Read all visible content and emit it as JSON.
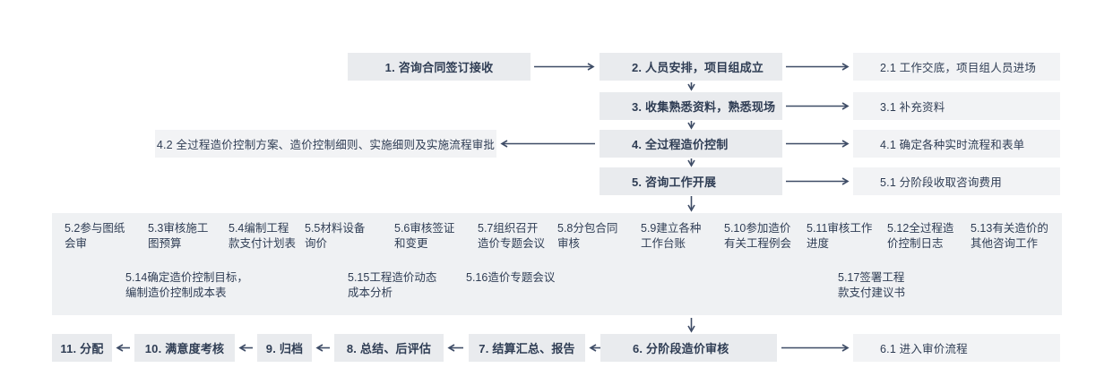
{
  "colors": {
    "background": "#ffffff",
    "node_bg": "#e9ebee",
    "side_node_bg": "#f2f3f5",
    "band_bg": "#eff1f3",
    "text": "#2f3d54",
    "arrow": "#3e4c66"
  },
  "nodes": {
    "n1": "1. 咨询合同签订接收",
    "n2": "2. 人员安排，项目组成立",
    "n2_1": "2.1 工作交底，项目组人员进场",
    "n3": "3. 收集熟悉资料，熟悉现场",
    "n3_1": "3.1 补充资料",
    "n4": "4. 全过程造价控制",
    "n4_1": "4.1 确定各种实时流程和表单",
    "n4_2": "4.2 全过程造价控制方案、造价控制细则、实施细则及实施流程审批",
    "n5": "5. 咨询工作开展",
    "n5_1": "5.1 分阶段收取咨询费用",
    "n6": "6. 分阶段造价审核",
    "n6_1": "6.1 进入审价流程",
    "n7": "7. 结算汇总、报告",
    "n8": "8. 总结、后评估",
    "n9": "9. 归档",
    "n10": "10. 满意度考核",
    "n11": "11. 分配"
  },
  "band": {
    "items": [
      "5.2参与图纸\n会审",
      "5.3审核施工\n图预算",
      "5.4编制工程\n款支付计划表",
      "5.5材料设备\n询价",
      "5.6审核签证\n和变更",
      "5.7组织召开\n造价专题会议",
      "5.8分包合同\n审核",
      "5.9建立各种\n工作台账",
      "5.10参加造价\n有关工程例会",
      "5.11审核工作\n进度",
      "5.12全过程造\n价控制日志",
      "5.13有关造价的\n其他咨询工作"
    ],
    "sub_items": [
      "5.14确定造价控制目标，\n编制造价控制成本表",
      "5.15工程造价动态\n成本分析",
      "5.16造价专题会议",
      "5.17签署工程\n款支付建议书"
    ]
  }
}
